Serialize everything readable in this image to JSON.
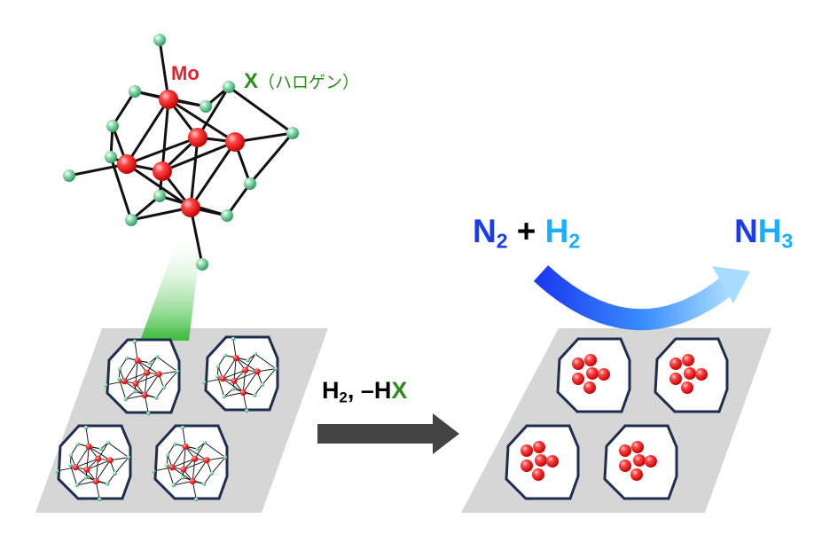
{
  "labels": {
    "mo": "Mo",
    "x_symbol": "X",
    "x_note": "（ハロゲン）",
    "reaction_h": "H",
    "reaction_h_sub": "2",
    "reaction_mid": ", –H",
    "reaction_x": "X",
    "n2_n": "N",
    "n2_sub": "2",
    "plus": "+",
    "h2_h": "H",
    "h2_sub": "2",
    "nh3_n": "N",
    "nh3_h": "H",
    "nh3_sub": "3"
  },
  "colors": {
    "mo_atom": "#ff3333",
    "halogen_atom": "#66cc99",
    "mo_label": "#e8202a",
    "x_label": "#2e8b1e",
    "nitrogen": "#1a3cf0",
    "hydrogen": "#1aaeff",
    "support": "#d6d6d6",
    "reaction_arrow": "#444444",
    "cluster_outline": "#1f2d4f"
  }
}
